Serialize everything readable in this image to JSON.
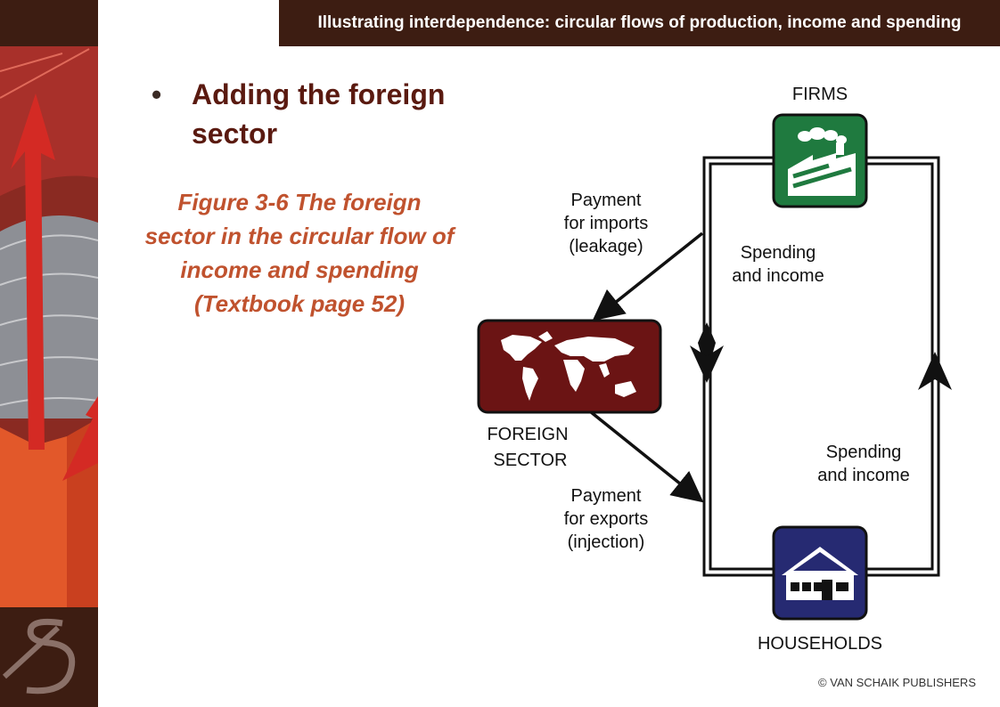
{
  "header": {
    "title": "Illustrating interdependence: circular flows of production, income and spending"
  },
  "slide": {
    "bullet": "Adding the foreign sector",
    "caption": "Figure 3-6 The foreign sector in the circular flow of income and spending (Textbook page 52)"
  },
  "diagram": {
    "firms_label": "FIRMS",
    "households_label": "HOUSEHOLDS",
    "foreign_label_line1": "FOREIGN",
    "foreign_label_line2": "SECTOR",
    "spending_income_top_line1": "Spending",
    "spending_income_top_line2": "and income",
    "spending_income_bottom_line1": "Spending",
    "spending_income_bottom_line2": "and income",
    "imports_line1": "Payment",
    "imports_line2": "for imports",
    "imports_line3": "(leakage)",
    "exports_line1": "Payment",
    "exports_line2": "for exports",
    "exports_line3": "(injection)",
    "icons": [
      "factory-icon",
      "house-icon",
      "world-map-icon"
    ],
    "colors": {
      "firms_box": "#1f7a3f",
      "households_box": "#262a72",
      "foreign_box": "#6b1414",
      "title_bar": "#3d1d12"
    }
  },
  "footer": {
    "copyright": "© VAN SCHAIK PUBLISHERS"
  }
}
